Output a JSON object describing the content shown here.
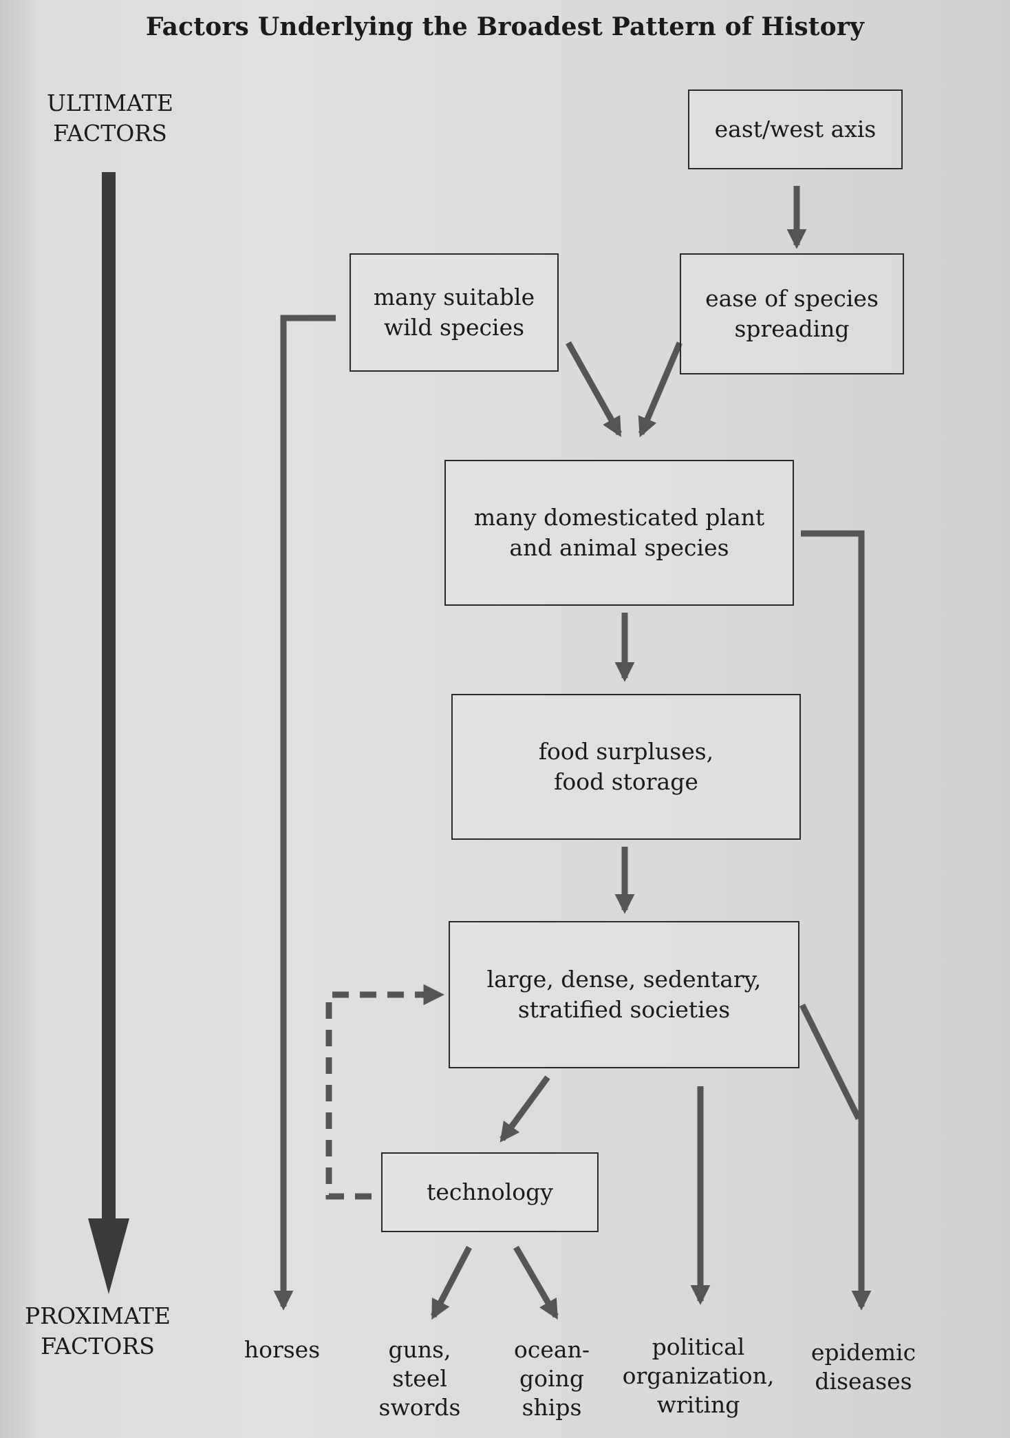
{
  "title": "Factors Underlying the Broadest Pattern of History",
  "ultimate_label": [
    "ULTIMATE",
    "FACTORS"
  ],
  "proximate_label": [
    "PROXIMATE",
    "FACTORS"
  ],
  "boxes": {
    "east_west_axis": [
      "east/west axis"
    ],
    "wild_species": [
      "many suitable",
      "wild species"
    ],
    "species_spreading": [
      "ease of species",
      "spreading"
    ],
    "domesticated": [
      "many domesticated plant",
      "and animal species"
    ],
    "food_surplus": [
      "food surpluses,",
      "food storage"
    ],
    "societies": [
      "large, dense, sedentary,",
      "stratified societies"
    ],
    "technology": [
      "technology"
    ]
  },
  "proximate": {
    "horses": [
      "horses"
    ],
    "guns": [
      "guns,",
      "steel",
      "swords"
    ],
    "ships": [
      "ocean-",
      "going",
      "ships"
    ],
    "political": [
      "political",
      "organization,",
      "writing"
    ],
    "diseases": [
      "epidemic",
      "diseases"
    ]
  },
  "colors": {
    "arrow": "#555555",
    "big_arrow": "#3a3a3a",
    "box_border": "#2a2a2a",
    "text": "#1a1a1a"
  }
}
